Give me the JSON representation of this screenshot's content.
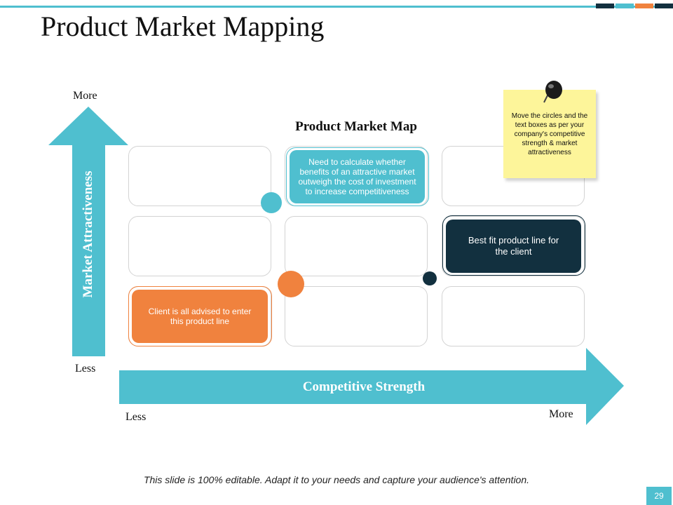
{
  "slide": {
    "title": "Product Market Mapping",
    "map_title": "Product Market  Map",
    "page_number": "29",
    "footer": "This slide is 100% editable. Adapt it to your needs and capture your audience's attention."
  },
  "y_axis": {
    "label": "Market Attractiveness",
    "more": "More",
    "less": "Less"
  },
  "x_axis": {
    "label": "Competitive Strength",
    "more": "More",
    "less": "Less"
  },
  "boxes": {
    "top_middle": "Need to calculate whether benefits of an attractive market outweigh the cost of investment to increase competitiveness",
    "middle_right": "Best fit product line for the client",
    "bottom_left": "Client is all advised to enter this product line"
  },
  "sticky_note": "Move the circles and the text boxes as per your company's competitive strength & market attractiveness",
  "colors": {
    "teal": "#4fbfcf",
    "navy": "#12303f",
    "orange": "#f0823e",
    "sticky": "#fdf59a"
  },
  "icons": {
    "pushpin": "pushpin-icon"
  }
}
